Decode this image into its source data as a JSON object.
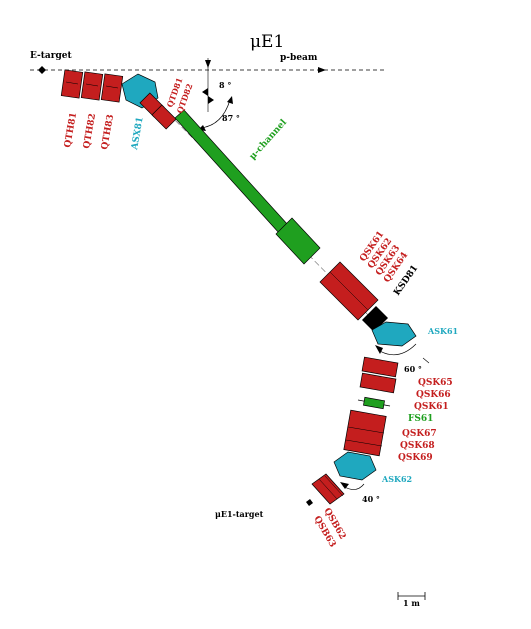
{
  "title": "μE1",
  "labels": {
    "e_target": "E-target",
    "p_beam": "p-beam",
    "mu_channel": "μ-channel",
    "target": "μE1-target",
    "scale": "1 m"
  },
  "angles": {
    "a8": "8 °",
    "a87": "87 °",
    "a60": "60 °",
    "a40": "40 °"
  },
  "elements": {
    "qth81": "QTH81",
    "qth82": "QTH82",
    "qth83": "QTH83",
    "asx81": "ASX81",
    "qtd81": "QTD81",
    "qtd82": "QTD82",
    "qsk61": "QSK61",
    "qsk62": "QSK62",
    "qsk63": "QSK63",
    "qsk64": "QSK64",
    "ksd81": "KSD81",
    "ask61": "ASK61",
    "qsk65": "QSK65",
    "qsk66": "QSK66",
    "qsk61b": "QSK61",
    "fs61": "FS61",
    "qsk67": "QSK67",
    "qsk68": "QSK68",
    "qsk69": "QSK69",
    "ask62": "ASK62",
    "qsb62": "QSB62",
    "qsb63": "QSB63"
  },
  "colors": {
    "quad": "#c41e1e",
    "bend": "#1fa8bf",
    "channel": "#1f9f1f",
    "label_green": "#1f9f1f",
    "label_cyan": "#1fa8bf",
    "label_red": "#c41e1e"
  }
}
